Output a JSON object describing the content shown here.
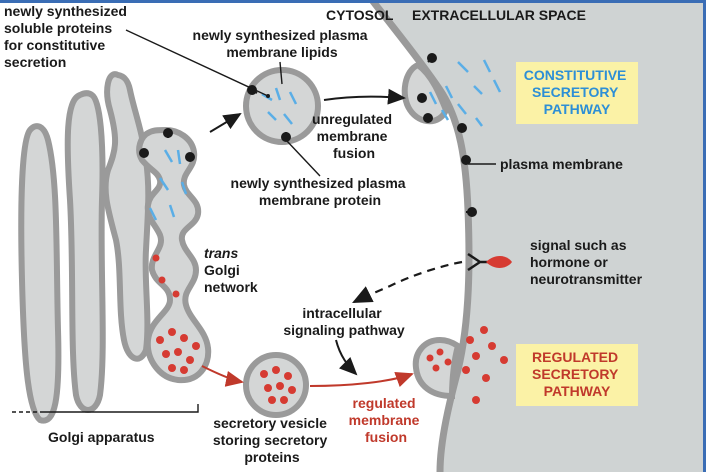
{
  "labels": {
    "soluble_proteins": [
      "newly synthesized",
      "soluble proteins",
      "for constitutive",
      "secretion"
    ],
    "membrane_lipids": [
      "newly synthesized plasma",
      "membrane lipids"
    ],
    "unregulated_fusion": [
      "unregulated",
      "membrane",
      "fusion"
    ],
    "membrane_protein": [
      "newly synthesized plasma",
      "membrane protein"
    ],
    "trans": "trans",
    "golgi_network": [
      "Golgi",
      "network"
    ],
    "intracellular": [
      "intracellular",
      "signaling pathway"
    ],
    "secretory_vesicle": [
      "secretory vesicle",
      "storing secretory",
      "proteins"
    ],
    "regulated_fusion": [
      "regulated",
      "membrane",
      "fusion"
    ],
    "golgi_apparatus": "Golgi apparatus",
    "cytosol": "CYTOSOL",
    "extracellular": "EXTRACELLULAR SPACE",
    "plasma_membrane": "plasma membrane",
    "signal": [
      "signal such as",
      "hormone or",
      "neurotransmitter"
    ],
    "constitutive_box": [
      "CONSTITUTIVE",
      "SECRETORY",
      "PATHWAY"
    ],
    "regulated_box": [
      "REGULATED",
      "SECRETORY",
      "PATHWAY"
    ]
  },
  "colors": {
    "membrane_gray": "#9a9a9a",
    "interior_gray": "#d4d6d6",
    "extracellular_gray": "#cfd3d3",
    "lipid_blue": "#5aaee6",
    "protein_red": "#d63b32",
    "box_yellow": "#fbf2a6",
    "box_blue_text": "#2d8fd6",
    "box_red_text": "#c0392b"
  }
}
